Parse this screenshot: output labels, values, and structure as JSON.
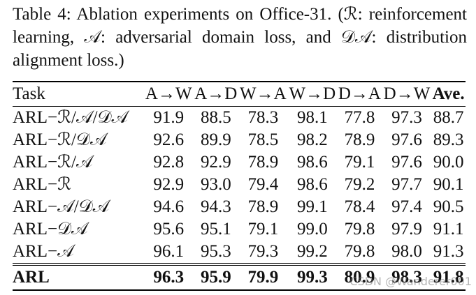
{
  "caption": "Table 4: Ablation experiments on Office-31. (ℛ: reinforcement learning, 𝒜: adversarial domain loss, and 𝒟𝒜: distribution alignment loss.)",
  "table": {
    "headers": [
      "Task",
      "A→W",
      "A→D",
      "W→A",
      "W→D",
      "D→A",
      "D→W",
      "Ave."
    ],
    "rows": [
      [
        "ARL−ℛ/𝒜/𝒟𝒜",
        "91.9",
        "88.5",
        "78.3",
        "98.1",
        "77.8",
        "97.3",
        "88.7"
      ],
      [
        "ARL−ℛ/𝒟𝒜",
        "92.6",
        "89.9",
        "78.5",
        "98.2",
        "78.9",
        "97.6",
        "89.3"
      ],
      [
        "ARL−ℛ/𝒜",
        "92.8",
        "92.9",
        "78.9",
        "98.6",
        "79.1",
        "97.6",
        "90.0"
      ],
      [
        "ARL−ℛ",
        "92.9",
        "93.0",
        "79.4",
        "98.6",
        "79.2",
        "97.7",
        "90.1"
      ],
      [
        "ARL−𝒜/𝒟𝒜",
        "94.6",
        "94.3",
        "78.9",
        "99.1",
        "78.4",
        "97.4",
        "90.5"
      ],
      [
        "ARL−𝒟𝒜",
        "95.6",
        "95.1",
        "79.1",
        "99.0",
        "79.8",
        "97.9",
        "91.1"
      ],
      [
        "ARL−𝒜",
        "96.1",
        "95.3",
        "79.3",
        "99.2",
        "79.8",
        "98.0",
        "91.3"
      ],
      [
        "ARL",
        "96.3",
        "95.9",
        "79.9",
        "99.3",
        "80.9",
        "98.3",
        "91.8"
      ]
    ]
  },
  "watermark": "CSDN @Wanderer001"
}
